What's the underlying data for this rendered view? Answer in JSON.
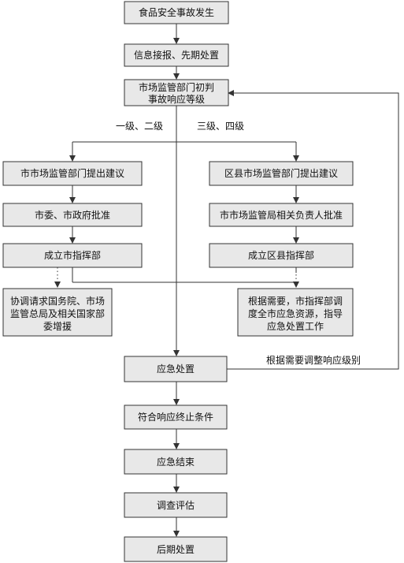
{
  "nodes": {
    "start": "食品安全事故发生",
    "report": "信息接报、先期处置",
    "judge_line1": "市场监管部门初判",
    "judge_line2": "事故响应等级",
    "city_propose": "市市场监管部门提出建议",
    "district_propose": "区县市场监管部门提出建议",
    "city_approve": "市委、市政府批准",
    "district_approve": "市市场监管局相关负责人批准",
    "city_hq": "成立市指挥部",
    "district_hq": "成立区县指挥部",
    "coord_line1": "协调请求国务院、市场",
    "coord_line2": "监管总局及相关国家部",
    "coord_line3": "委增援",
    "dispatch_line1": "根据需要，市指挥部调",
    "dispatch_line2": "度全市应急资源，指导",
    "dispatch_line3": "应急处置工作",
    "response": "应急处置",
    "terminate": "符合响应终止条件",
    "end": "应急结束",
    "evaluate": "调查评估",
    "aftermath": "后期处置"
  },
  "labels": {
    "levels_high": "一级、二级",
    "levels_low": "三级、四级",
    "adjust": "根据需要调整响应级别"
  }
}
